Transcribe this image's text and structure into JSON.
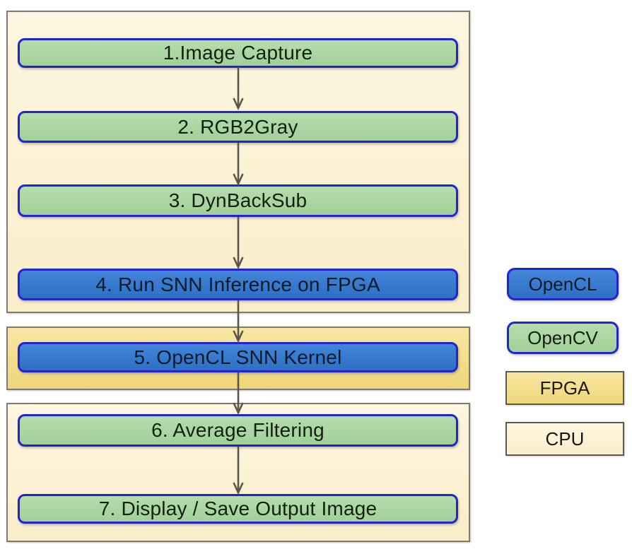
{
  "diagram": {
    "kind": "processing-pipeline-flowchart",
    "regions": [
      {
        "id": "cpu-top",
        "runs_on": "CPU",
        "color": "#fbf1d2"
      },
      {
        "id": "fpga",
        "runs_on": "FPGA",
        "color": "#f3dd8c"
      },
      {
        "id": "cpu-bottom",
        "runs_on": "CPU",
        "color": "#fbf1d2"
      }
    ],
    "steps": [
      {
        "label": "1.Image Capture",
        "api": "OpenCV",
        "runs_on": "CPU"
      },
      {
        "label": "2. RGB2Gray",
        "api": "OpenCV",
        "runs_on": "CPU"
      },
      {
        "label": "3. DynBackSub",
        "api": "OpenCV",
        "runs_on": "CPU"
      },
      {
        "label": "4. Run SNN Inference on FPGA",
        "api": "OpenCL",
        "runs_on": "CPU"
      },
      {
        "label": "5. OpenCL SNN Kernel",
        "api": "OpenCL",
        "runs_on": "FPGA"
      },
      {
        "label": "6. Average Filtering",
        "api": "OpenCV",
        "runs_on": "CPU"
      },
      {
        "label": "7. Display / Save Output Image",
        "api": "OpenCV",
        "runs_on": "CPU"
      }
    ],
    "flow": [
      {
        "from": 1,
        "to": 2
      },
      {
        "from": 2,
        "to": 3
      },
      {
        "from": 3,
        "to": 4
      },
      {
        "from": 4,
        "to": 5
      },
      {
        "from": 5,
        "to": 6
      },
      {
        "from": 6,
        "to": 7
      }
    ],
    "legend": [
      {
        "label": "OpenCL",
        "fill": "#3679cd",
        "border": "#2323cf",
        "shape": "rounded"
      },
      {
        "label": "OpenCV",
        "fill": "#abd5a2",
        "border": "#2323cf",
        "shape": "rounded"
      },
      {
        "label": "FPGA",
        "fill": "#f3dd8c",
        "border": "#5e5a4c",
        "shape": "square"
      },
      {
        "label": "CPU",
        "fill": "#fbf1d2",
        "border": "#5e5a4c",
        "shape": "square"
      }
    ],
    "colors": {
      "opencl_blue": "#3679cd",
      "opencv_green": "#abd5a2",
      "fpga_gold": "#f3dd8c",
      "cpu_cream": "#fbf1d2",
      "box_border_blue": "#2323cf",
      "region_border_gray": "#7e7b6e",
      "arrow_gray": "#5b564b"
    }
  }
}
